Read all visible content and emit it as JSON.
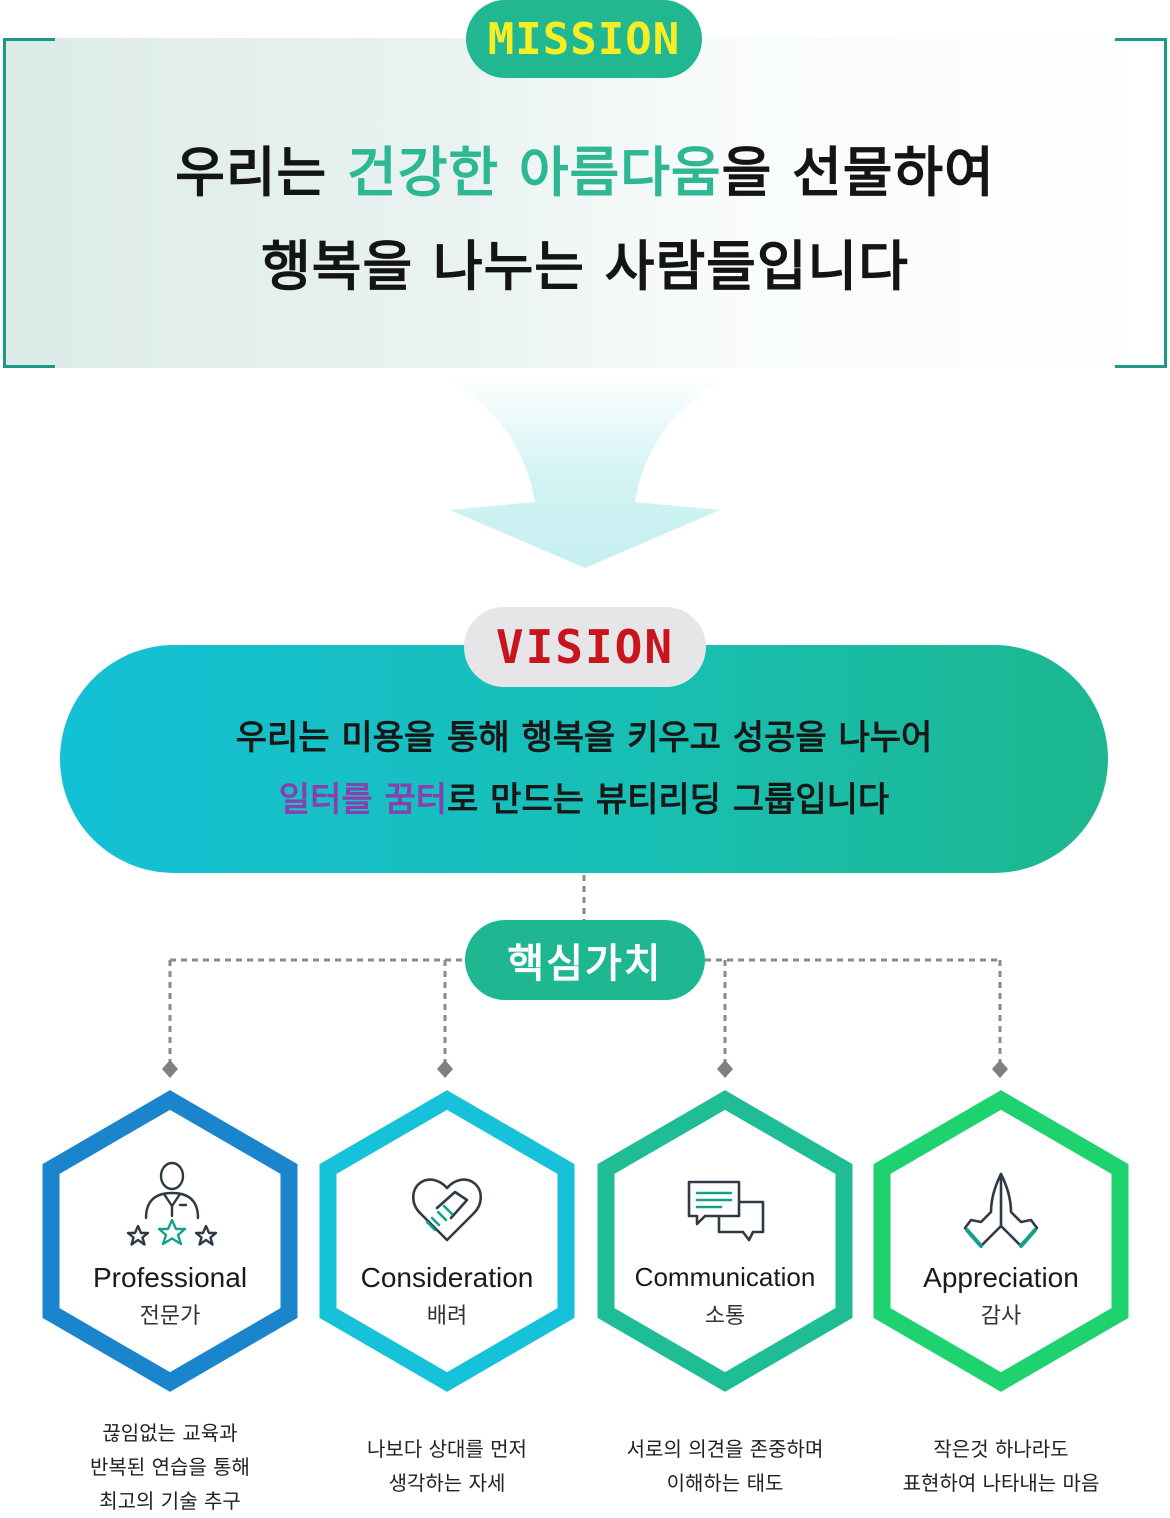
{
  "colors": {
    "teal_dark": "#1b9a86",
    "mission_badge": "#20b791",
    "mission_badge_text": "#f5ee27",
    "highlight_green": "#2db893",
    "vision_badge_text": "#c8141c",
    "highlight_purple": "#8a3fae",
    "professional_blue": "#1a84cc",
    "consideration_cyan": "#15c2da",
    "communication_teal": "#1ebd96",
    "appreciation_green": "#1fd270"
  },
  "mission": {
    "badge": "MISSION",
    "line1_prefix": "우리는 ",
    "line1_highlight": "건강한 아름다움",
    "line1_suffix": "을 선물하여",
    "line2": "행복을 나누는 사람들입니다"
  },
  "vision": {
    "badge": "VISION",
    "line1": "우리는 미용을 통해 행복을 키우고 성공을 나누어",
    "line2_highlight": "일터를 꿈터",
    "line2_suffix": "로 만드는 뷰티리딩 그룹입니다"
  },
  "core_values": {
    "badge": "핵심가치",
    "items": [
      {
        "en": "Professional",
        "ko": "전문가",
        "icon": "expert-with-stars-icon",
        "desc": [
          "끊임없는 교육과",
          "반복된 연습을 통해",
          "최고의 기술 추구"
        ]
      },
      {
        "en": "Consideration",
        "ko": "배려",
        "icon": "heart-handshake-icon",
        "desc": [
          "나보다 상대를 먼저",
          "생각하는 자세"
        ]
      },
      {
        "en": "Communication",
        "ko": "소통",
        "icon": "chat-bubbles-icon",
        "desc": [
          "서로의 의견을 존중하며",
          "이해하는 태도"
        ]
      },
      {
        "en": "Appreciation",
        "ko": "감사",
        "icon": "praying-hands-icon",
        "desc": [
          "작은것 하나라도",
          "표현하여 나타내는 마음"
        ]
      }
    ]
  }
}
